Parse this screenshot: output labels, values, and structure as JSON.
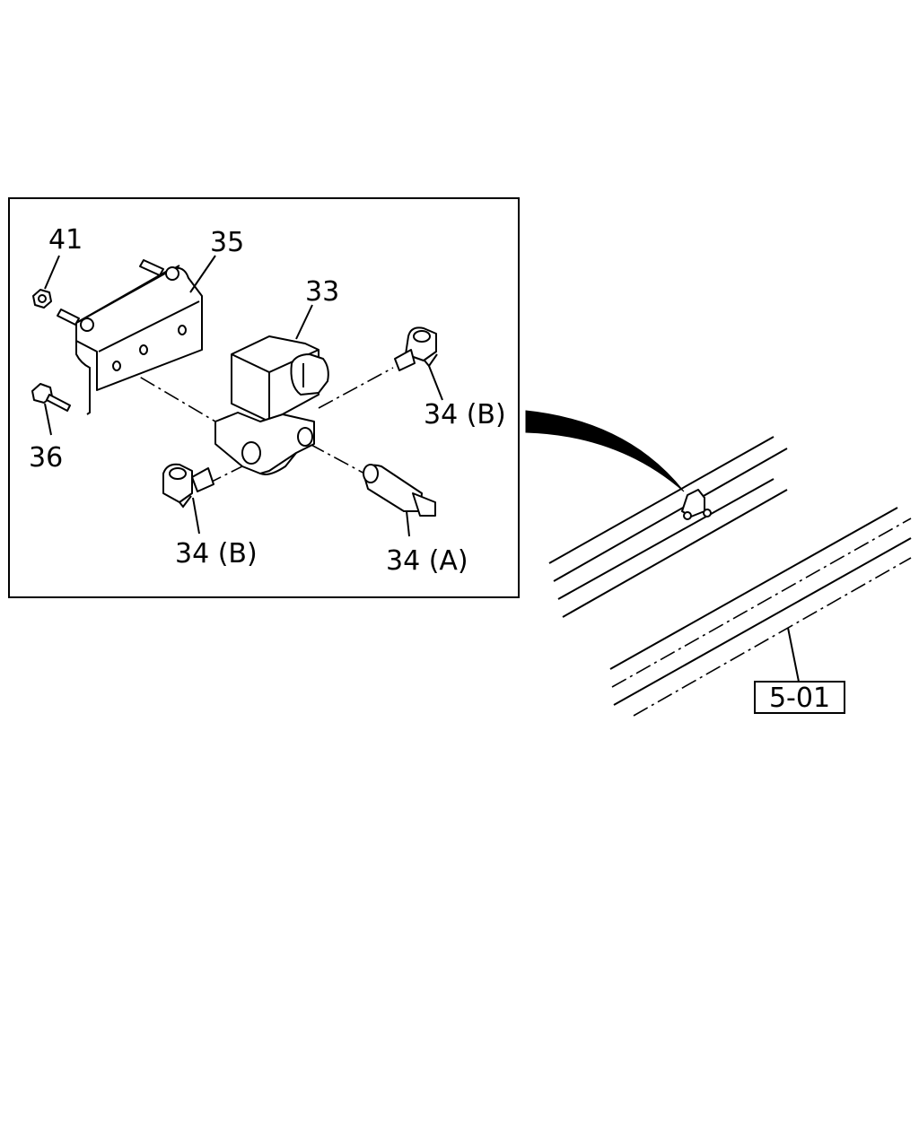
{
  "callouts": {
    "nut": "41",
    "bracket": "35",
    "valve": "33",
    "bolt": "36",
    "fitting_upper": "34 (B)",
    "fitting_lower": "34 (B)",
    "fitting_straight": "34 (A)"
  },
  "reference": {
    "frame_ref": "5-01"
  }
}
